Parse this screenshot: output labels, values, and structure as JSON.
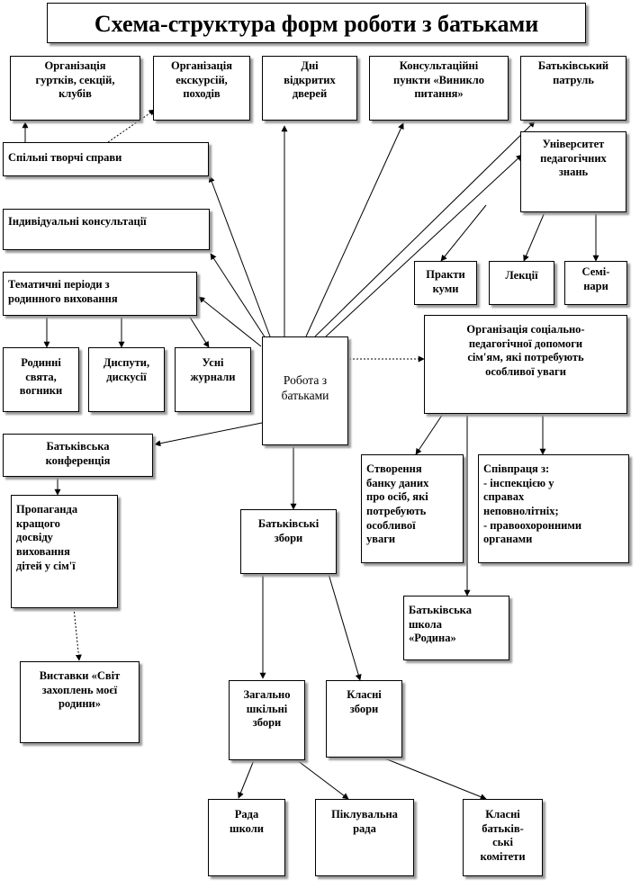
{
  "diagram": {
    "title": "Схема-структура форм роботи з батьками",
    "nodes": {
      "organizatsiia_hurtkiv": "Організація\nгуртків, секцій,\nклубів",
      "organizatsiia_ekskursii": "Організація\nекскурсій,\nпоходів",
      "dni_vidkrytykh_dverei": "Дні\nвідкритих\nдверей",
      "konsultatsiini_punkty": "Консультаційні\nпункти «Виникло\nпитання»",
      "batkivskyi_patrul": "Батьківський\nпатруль",
      "spilni_tvorchi_spravy": "Спільні творчі справи",
      "universytet_pedahohichnykh_znan": "Університет\nпедагогічних\nзнань",
      "indyvidualni_konsultatsii": "Індивідуальні консультації",
      "tematychni_periody": "Тематичні періоди з\nродинного виховання",
      "praktykumy": "Практи\nкуми",
      "lektsii": "Лекції",
      "seminary": "Семі-\nнари",
      "rodynni_sviata": "Родинні\nсвята,\nвогники",
      "dysputy": "Диспути,\nдискусії",
      "usni_zhurnaly": "Усні\nжурнали",
      "robota_z_batkamy": "Робота з\nбатьками",
      "orhanizatsiia_sotsialno_pedahohichnoi": "Організація соціально-\nпедагогічної допомоги\nсім'ям, які потребують\nособливої уваги",
      "batkivska_konferentsiia": "Батьківська\nконференція",
      "stvorennia_banku_danykh": "Створення\nбанку даних\nпро осіб, які\nпотребують\nособливої\nуваги",
      "spivpratsia": "Співпраця з:\n- інспекцією у\nсправах\nнеповнолітніх;\n- правоохоронними\nорганами",
      "propahanda": "Пропаганда\nкращого\nдосвіду\nвиховання\nдітей у сім'ї",
      "batkivski_zbory": "Батьківські\nзбори",
      "batkivska_shkola": "Батьківська\nшкола\n«Родина»",
      "vystavky": "Виставки «Світ\nзахоплень моєї\nродини»",
      "zahalnoshkilni_zbory": "Загально\nшкільні\nзбори",
      "klasni_zbory": "Класні\nзбори",
      "rada_shkoly": "Рада\nшколи",
      "pikluvalna_rada": "Піклувальна\nрада",
      "klasni_batkivski_komitety": "Класні\nбатьків-\nські\nкомітети"
    }
  }
}
